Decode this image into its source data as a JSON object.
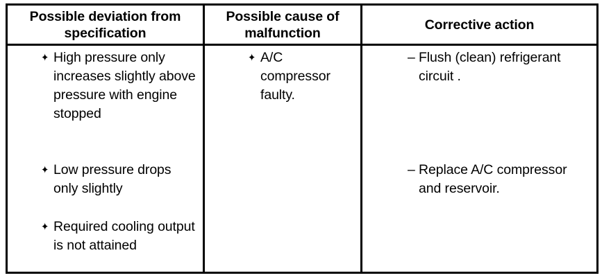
{
  "table": {
    "headers": [
      {
        "line1": "Possible deviation from",
        "line2": "specification"
      },
      {
        "line1": "Possible cause of",
        "line2": "malfunction"
      },
      {
        "line1": "Corrective action",
        "line2": ""
      }
    ],
    "columns": {
      "deviation": {
        "marker": "✦",
        "items": [
          "High pressure only increases slightly above pressure with engine stopped",
          "Low pressure drops only slightly",
          "Required cooling output is not attained"
        ]
      },
      "cause": {
        "marker": "✦",
        "items": [
          "A/C compressor faulty."
        ]
      },
      "action": {
        "marker": "–",
        "items": [
          "Flush (clean) refrigerant circuit .",
          "Replace A/C compressor and reservoir."
        ]
      }
    }
  },
  "colors": {
    "border": "#000000",
    "text": "#000000",
    "background": "#ffffff"
  }
}
